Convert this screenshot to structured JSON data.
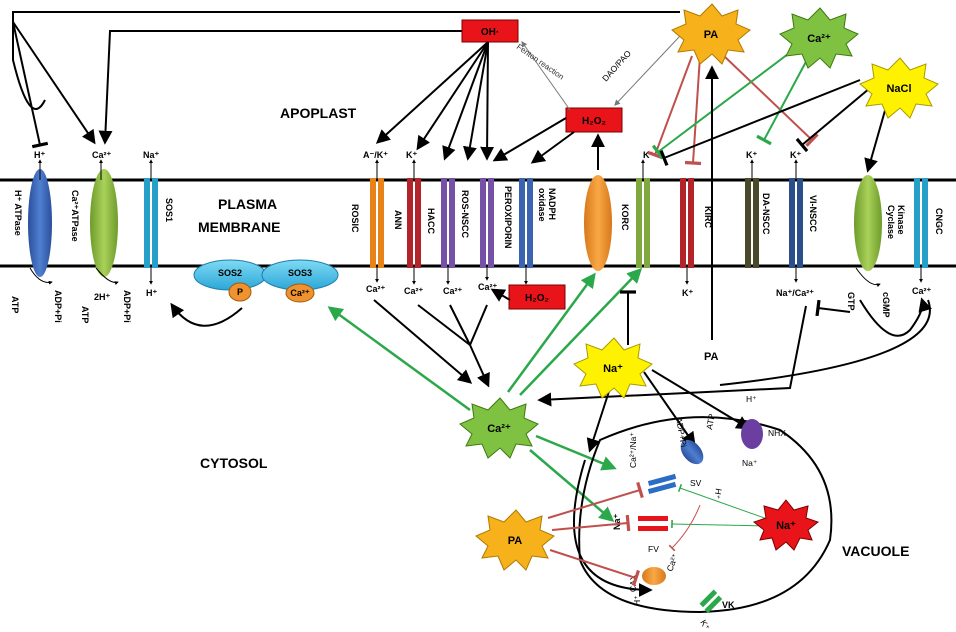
{
  "regions": {
    "apoplast": "APOPLAST",
    "plasma_membrane_1": "PLASMA",
    "plasma_membrane_2": "MEMBRANE",
    "cytosol": "CYTOSOL",
    "vacuole": "VACUOLE"
  },
  "boxes": {
    "oh": "OH·",
    "h2o2_top": "H₂O₂",
    "h2o2_bottom": "H₂O₂"
  },
  "stars": {
    "pa_top": "PA",
    "ca_top": "Ca²⁺",
    "nacl": "NaCl",
    "na_cyto": "Na⁺",
    "ca_cyto": "Ca²⁺",
    "pa_bottom": "PA",
    "na_vac": "Na⁺"
  },
  "reactions": {
    "fenton": "Fenton reaction",
    "dao": "DAO/PAO",
    "pa_free": "PA"
  },
  "channels": {
    "h_atpase": "H⁺ ATPase",
    "ca_atpase": "Ca²⁺ATPase",
    "sos1": "SOS1",
    "rosic": "ROSIC",
    "ann": "ANN",
    "hacc": "HACC",
    "ros_nscc": "ROS-NSCC",
    "peroxiporin": "PEROXIPORIN",
    "nadph_1": "NADPH",
    "nadph_2": "oxidase",
    "korc": "KORC",
    "kirc": "KIRC",
    "da_nscc": "DA-NSCC",
    "vi_nscc": "VI-NSCC",
    "kinase_1": "Kinase",
    "kinase_2": "Cyclase",
    "cngc": "CNGC",
    "sos2": "SOS2",
    "sos3": "SOS3",
    "p": "P",
    "sos3_ca": "Ca²⁺"
  },
  "ions": {
    "h_top": "H⁺",
    "ca_top_atp": "Ca²⁺",
    "na_sos1": "Na⁺",
    "ak_rosic": "A⁻/K⁺",
    "k_ann": "K⁺",
    "k_korc": "K⁺",
    "k_da": "K⁺",
    "k_vi": "K⁺",
    "atp_1": "ATP",
    "adp_1": "ADP+Pi",
    "h2_atp": "2H⁺",
    "atp_2": "ATP",
    "adp_2": "ADP+Pi",
    "h_sos1_bottom": "H⁺",
    "ca_rosic": "Ca²⁺",
    "ca_ann": "Ca²⁺",
    "ca_hacc": "Ca²⁺",
    "ca_ros": "Ca²⁺",
    "k_kirc": "K⁺",
    "naca_vi": "Na⁺/Ca²⁺",
    "gtp": "GTP",
    "cgmp": "cGMP",
    "ca_cngc": "Ca²⁺"
  },
  "vacuole": {
    "atp": "ATP",
    "adp": "ADP+Pi",
    "sv": "SV",
    "h_sv": "H⁺",
    "ca_na": "Ca²⁺/Na⁺",
    "na_fv": "Na⁺",
    "fv": "FV",
    "cax": "CAX",
    "ca_cax": "Ca²⁺",
    "h_cax": "H⁺",
    "vk": "VK",
    "k_vk": "K⁺",
    "nhx": "NHX",
    "h_nhx": "H⁺",
    "na_nhx": "Na⁺"
  },
  "colors": {
    "membrane_line": "#000000",
    "red_box": "#e8141a",
    "pa_star": "#f7b21b",
    "ca_star": "#7fc241",
    "nacl_star": "#fff200",
    "na_star": "#fff200",
    "na_vac_star": "#e8141a",
    "green_arrow": "#2aa84a",
    "red_arrow": "#c0504d"
  }
}
